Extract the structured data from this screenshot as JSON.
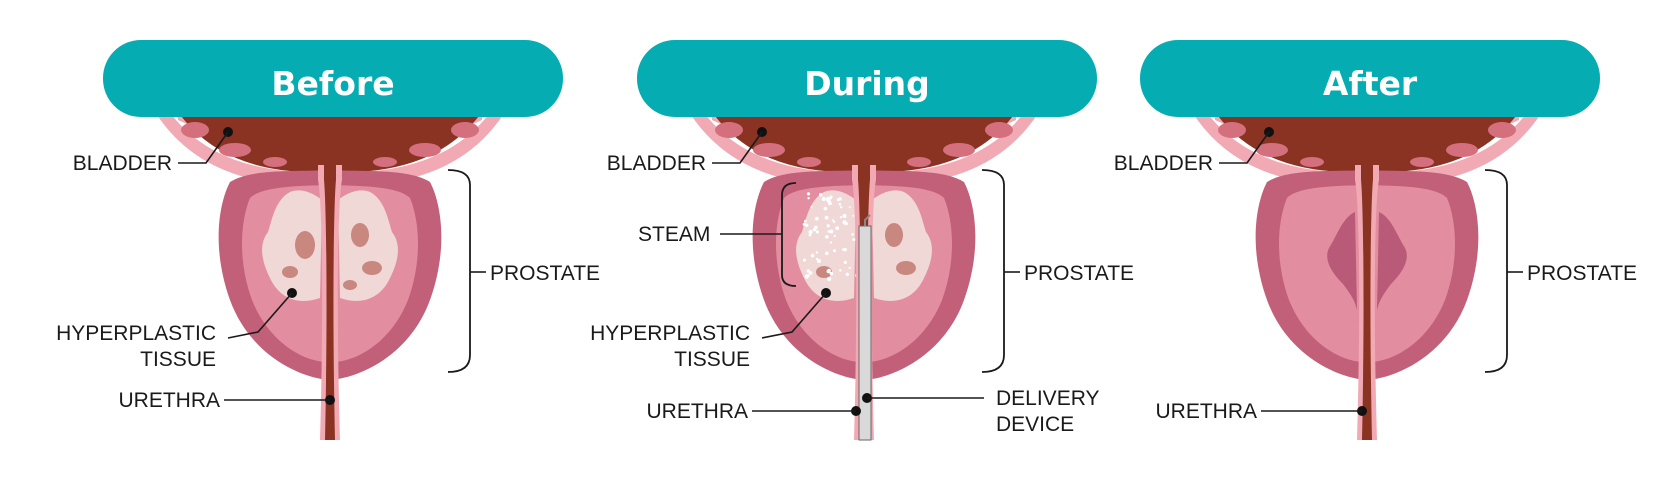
{
  "panels": [
    {
      "title": "Before",
      "labels": {
        "bladder": "BLADDER",
        "prostate": "PROSTATE",
        "tissue_line1": "HYPERPLASTIC",
        "tissue_line2": "TISSUE",
        "urethra": "URETHRA"
      }
    },
    {
      "title": "During",
      "labels": {
        "bladder": "BLADDER",
        "steam": "STEAM",
        "prostate": "PROSTATE",
        "tissue_line1": "HYPERPLASTIC",
        "tissue_line2": "TISSUE",
        "urethra": "URETHRA",
        "device_line1": "DELIVERY",
        "device_line2": "DEVICE"
      }
    },
    {
      "title": "After",
      "labels": {
        "bladder": "BLADDER",
        "prostate": "PROSTATE",
        "urethra": "URETHRA"
      }
    }
  ],
  "colors": {
    "header": "#05adb3",
    "bladder_interior": "#8b3322",
    "bladder_wall": "#f1aab4",
    "wall_tissue": "#d4707e",
    "prostate_outer": "#c2607a",
    "prostate_inner": "#e28da0",
    "hyperplastic": "#f0d8d6",
    "hyperplastic_spots": "#c88880",
    "urethra": "#8b3322",
    "after_cavity": "#b95a78",
    "device": "#d9d9d9"
  }
}
